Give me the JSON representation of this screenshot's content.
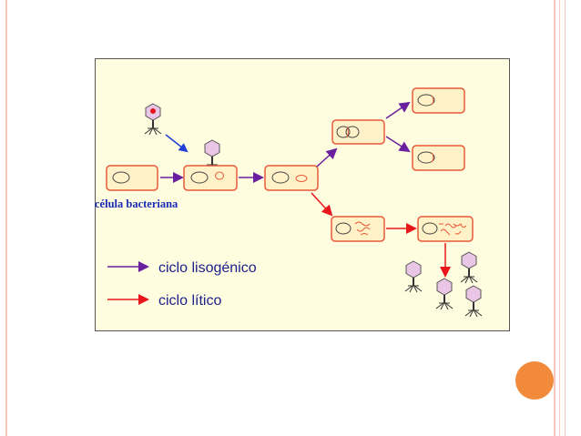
{
  "diagram": {
    "cell_label": "célula bacteriana",
    "legend": [
      {
        "label": "ciclo lisogénico",
        "color": "#6a1f9e"
      },
      {
        "label": "ciclo lítico",
        "color": "#e8161b"
      }
    ]
  },
  "colors": {
    "panel_bg": "#fffde0",
    "cell_fill": "#fff2c8",
    "cell_stroke": "#e85a3a",
    "blue_arrow": "#1f3fd6",
    "purple_arrow": "#6a1f9e",
    "red_arrow": "#e8161b",
    "accent_dot": "#f28a3c"
  }
}
